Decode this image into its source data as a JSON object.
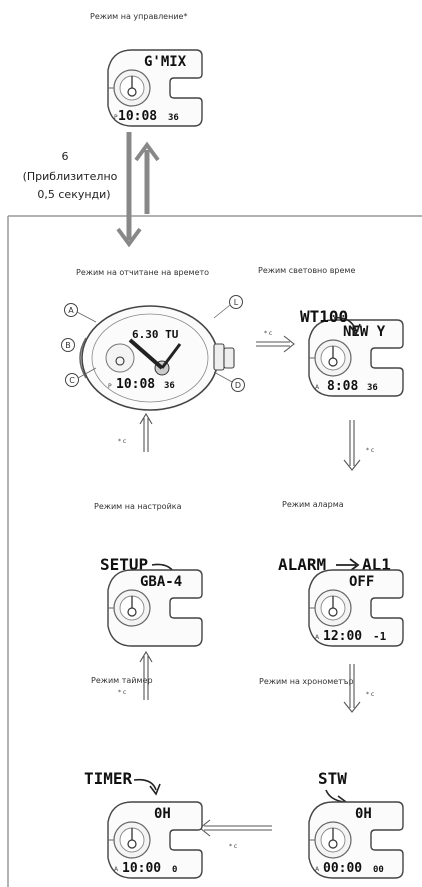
{
  "modes": {
    "control": "Режим на управление*",
    "timekeeping": "Режим на отчитане на времето",
    "world_time": "Режим световно време",
    "alarm": "Режим аларма",
    "setting": "Режим на настройка",
    "stopwatch": "Режим на хронометър",
    "timer": "Режим таймер"
  },
  "step": {
    "number": "6",
    "line1": "(Приблизително",
    "line2": "0,5 секунди)"
  },
  "arrow_note": "* c",
  "buttons": {
    "a": "A",
    "b": "B",
    "c": "C",
    "d": "D",
    "l": "L"
  },
  "displays": {
    "control": {
      "top": "G'MIX",
      "time": "10:08",
      "sec": "36",
      "mark": "P"
    },
    "timekeeping": {
      "top": "6.30 TU",
      "time": "10:08",
      "sec": "36",
      "mark": "P"
    },
    "world_time": {
      "label": "WT100",
      "top": "NEW Y",
      "time": "8:08",
      "sec": "36",
      "mark": "A"
    },
    "alarm": {
      "label_left": "ALARM",
      "label_right": "AL1",
      "top": "OFF",
      "time": "12:00",
      "sec": "-1",
      "mark": "A"
    },
    "setting": {
      "label": "SETUP",
      "top": "GBA-4"
    },
    "stopwatch": {
      "label": "STW",
      "top": "0H",
      "time": "00:00",
      "sec": "00",
      "mark": "A"
    },
    "timer": {
      "label": "TIMER",
      "top": "0H",
      "time": "10:00",
      "sec": "0",
      "mark": "A"
    }
  }
}
